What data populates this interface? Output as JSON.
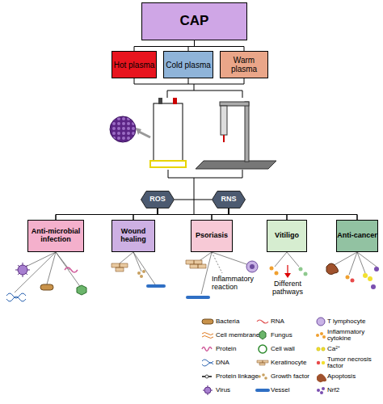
{
  "diagram": {
    "nodes": [
      {
        "text": [
          "CAP"
        ]
      },
      {
        "text": [
          "Hot plasma"
        ]
      },
      {
        "text": [
          "Cold plasma"
        ]
      },
      {
        "text": [
          "Warm plasma"
        ]
      },
      {
        "text": [
          "ROS"
        ]
      },
      {
        "text": [
          "RNS"
        ]
      },
      {
        "text": [
          "Anti-microbial infection"
        ]
      },
      {
        "text": [
          "Wound healing"
        ]
      },
      {
        "text": [
          "Psoriasis"
        ]
      },
      {
        "text": [
          "Vitiligo"
        ]
      },
      {
        "text": [
          "Anti-cancer"
        ]
      }
    ],
    "edges": [
      {
        "from": 0,
        "to": 1,
        "arrow": "none"
      },
      {
        "from": 0,
        "to": 2,
        "arrow": "none"
      },
      {
        "from": 0,
        "to": 3,
        "arrow": "none"
      },
      {
        "from": 4,
        "to": 6,
        "arrow": "none"
      },
      {
        "from": 4,
        "to": 7,
        "arrow": "none"
      },
      {
        "from": 4,
        "to": 8,
        "arrow": "none"
      },
      {
        "from": 4,
        "to": 9,
        "arrow": "none"
      },
      {
        "from": 4,
        "to": 10,
        "arrow": "none"
      },
      {
        "from": 5,
        "to": 6,
        "arrow": "none"
      },
      {
        "from": 5,
        "to": 7,
        "arrow": "none"
      },
      {
        "from": 5,
        "to": 8,
        "arrow": "none"
      },
      {
        "from": 5,
        "to": 9,
        "arrow": "none"
      },
      {
        "from": 5,
        "to": 10,
        "arrow": "none"
      }
    ],
    "labels": [
      "Inflammatory reaction",
      "Different pathways"
    ],
    "legend": [
      {
        "text": "Bacteria"
      },
      {
        "text": "Cell membrane"
      },
      {
        "text": "Protein"
      },
      {
        "text": "DNA"
      },
      {
        "text": "Protein linkage"
      },
      {
        "text": "Virus"
      },
      {
        "text": "RNA"
      },
      {
        "text": "Fungus"
      },
      {
        "text": "Cell wall"
      },
      {
        "text": "Keratinocyte"
      },
      {
        "text": "Growth factor"
      },
      {
        "text": "Vessel"
      },
      {
        "text": "T lymphocyte"
      },
      {
        "text": "Inflammatory cytokine"
      },
      {
        "text": "Ca²⁺"
      },
      {
        "text": "Tumor necrosis factor"
      },
      {
        "text": "Apoptosis"
      },
      {
        "text": "Nrf2"
      }
    ]
  }
}
